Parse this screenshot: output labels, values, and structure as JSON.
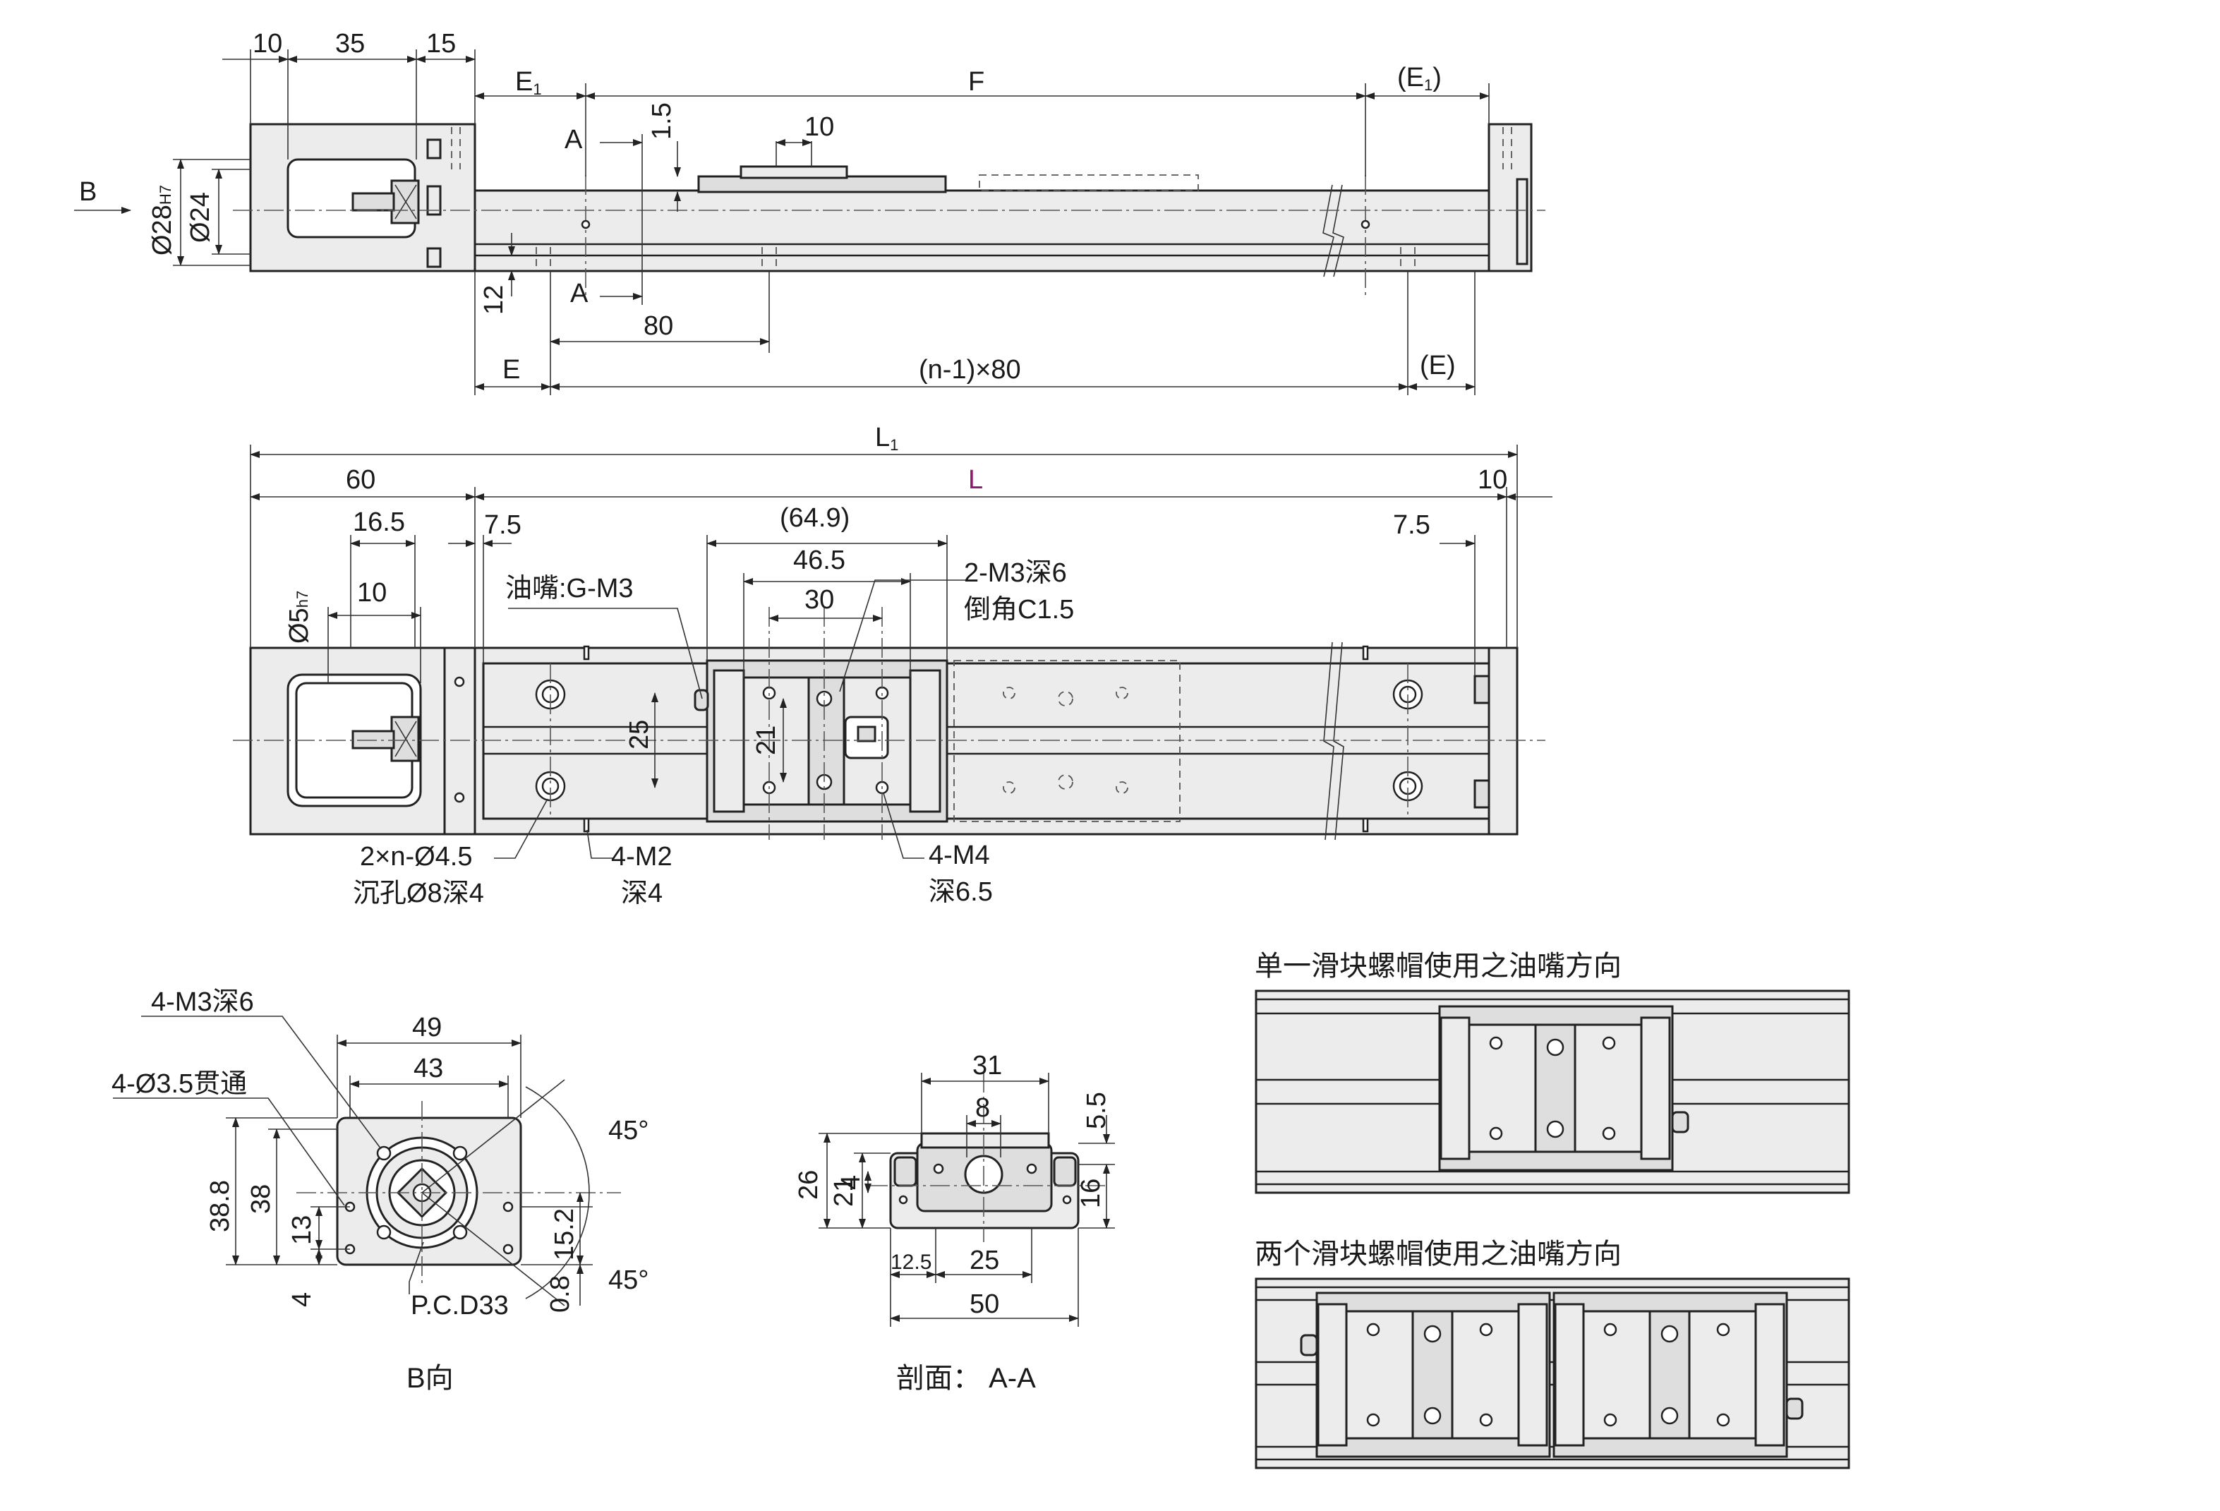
{
  "top_view": {
    "dims": {
      "d10": "10",
      "d35": "35",
      "d15": "15",
      "e1": "E",
      "e1_sub": "1",
      "f": "F",
      "e1p_open": "(E",
      "e1p_sub": "1",
      "e1p_close": ")",
      "s15": "1.5",
      "s10": "10",
      "sA": "A",
      "sB": "B",
      "dia28": "Ø28",
      "dia28_tol": "H7",
      "dia24": "Ø24",
      "d12": "12",
      "d80": "80",
      "e": "E",
      "pitch": "(n-1)×80",
      "ep": "(E)"
    }
  },
  "front_view": {
    "dims": {
      "l1": "L",
      "l1_sub": "1",
      "l": "L",
      "d60": "60",
      "d10r": "10",
      "d16_5": "16.5",
      "d7_5a": "7.5",
      "d64_9": "(64.9)",
      "d7_5b": "7.5",
      "d46_5": "46.5",
      "d30": "30",
      "d10": "10",
      "dia5": "Ø5",
      "dia5_tol": "h7",
      "d25": "25",
      "d21": "21"
    },
    "callouts": {
      "oil_nipple": "油嘴:G-M3",
      "m3_holes": "2-M3深6",
      "chamfer": "倒角C1.5",
      "cbore_1": "2×n-Ø4.5",
      "cbore_2": "沉孔Ø8深4",
      "m2_1": "4-M2",
      "m2_2": "深4",
      "m4_1": "4-M4",
      "m4_2": "深6.5"
    }
  },
  "b_view": {
    "callouts": {
      "m3": "4-M3深6",
      "thru": "4-Ø3.5贯通"
    },
    "dims": {
      "d49": "49",
      "d43": "43",
      "d38_8": "38.8",
      "d38": "38",
      "d13": "13",
      "d4": "4",
      "d15_2": "15.2",
      "d0_8": "0.8",
      "pcd": "P.C.D33",
      "a45a": "45°",
      "a45b": "45°"
    },
    "caption": "B向"
  },
  "section_view": {
    "dims": {
      "d31": "31",
      "d8": "8",
      "d5_5": "5.5",
      "d26": "26",
      "d21": "21",
      "d4": "4",
      "d16": "16",
      "d12_5": "12.5",
      "d25": "25",
      "d50": "50"
    },
    "caption": "剖面：  A-A"
  },
  "single_block": {
    "title": "单一滑块螺帽使用之油嘴方向"
  },
  "double_block": {
    "title": "两个滑块螺帽使用之油嘴方向"
  },
  "colors": {
    "line": "#222222",
    "part_fill": "#ececec",
    "dim_L": "#8b1a6b"
  }
}
